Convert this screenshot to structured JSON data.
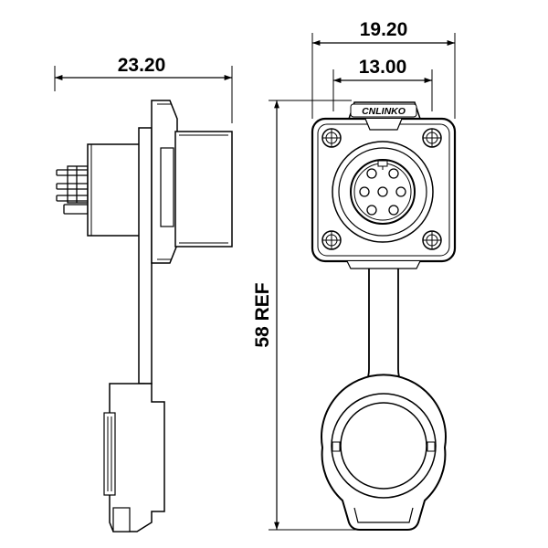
{
  "dimensions": {
    "side_width": "23.20",
    "flange_width": "19.20",
    "inner_width": "13.00",
    "overall_height": "58 REF"
  },
  "logo": {
    "text": "CNLINKO"
  }
}
